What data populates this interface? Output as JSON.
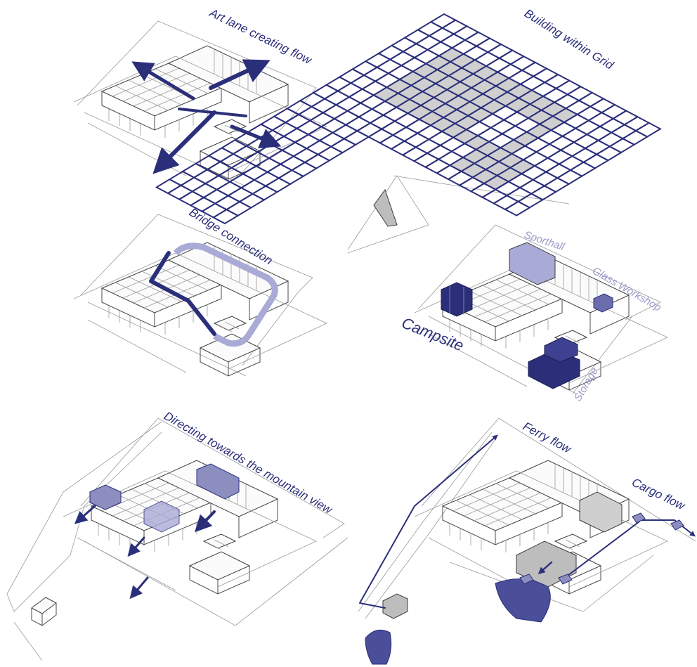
{
  "colors": {
    "ink": "#2b2f7a",
    "lavender": "#8c8ec0",
    "pale_lavender": "#a9abd6",
    "grey_fill": "#cfcfcf",
    "line": "#3c3c3c"
  },
  "panels": {
    "art_lane": {
      "title": "Art lane creating flow"
    },
    "grid": {
      "title": "Building within Grid"
    },
    "bridge": {
      "title": "Bridge connection"
    },
    "program": {
      "sporthall": "Sporthall",
      "glass_workshop": "Glass Workshop",
      "campsite": "Campsite",
      "storage": "Storage"
    },
    "mountain": {
      "title": "Directing towards the mountain view"
    },
    "flows": {
      "ferry": "Ferry flow",
      "cargo": "Cargo flow"
    }
  }
}
